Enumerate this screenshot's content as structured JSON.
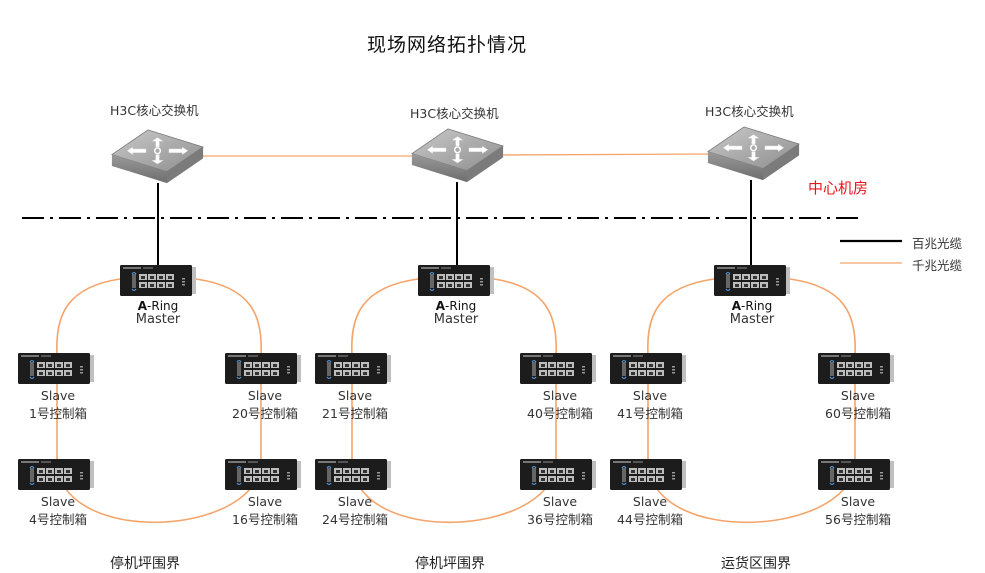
{
  "title": "现场网络拓扑情况",
  "zone_label": "中心机房",
  "colors": {
    "hundred_mbps_cable": "#000000",
    "gigabit_cable": "#f4a46a",
    "zone_label": "#e8141a",
    "separator": "#000000"
  },
  "legend": [
    {
      "label": "百兆光缆",
      "style": "hundred_mbps_cable"
    },
    {
      "label": "千兆光缆",
      "style": "gigabit_cable"
    }
  ],
  "core_switches": [
    {
      "label": "H3C核心交换机"
    },
    {
      "label": "H3C核心交换机"
    },
    {
      "label": "H3C核心交换机"
    }
  ],
  "rings": [
    {
      "master": {
        "ring_prefix": "A",
        "ring_suffix": "-Ring",
        "role": "Master"
      },
      "slaves": [
        {
          "role": "Slave",
          "name": "1号控制箱"
        },
        {
          "role": "Slave",
          "name": "20号控制箱"
        },
        {
          "role": "Slave",
          "name": "4号控制箱"
        },
        {
          "role": "Slave",
          "name": "16号控制箱"
        }
      ],
      "boundary": "停机坪围界"
    },
    {
      "master": {
        "ring_prefix": "A",
        "ring_suffix": "-Ring",
        "role": "Master"
      },
      "slaves": [
        {
          "role": "Slave",
          "name": "21号控制箱"
        },
        {
          "role": "Slave",
          "name": "40号控制箱"
        },
        {
          "role": "Slave",
          "name": "24号控制箱"
        },
        {
          "role": "Slave",
          "name": "36号控制箱"
        }
      ],
      "boundary": "停机坪围界"
    },
    {
      "master": {
        "ring_prefix": "A",
        "ring_suffix": "-Ring",
        "role": "Master"
      },
      "slaves": [
        {
          "role": "Slave",
          "name": "41号控制箱"
        },
        {
          "role": "Slave",
          "name": "60号控制箱"
        },
        {
          "role": "Slave",
          "name": "44号控制箱"
        },
        {
          "role": "Slave",
          "name": "56号控制箱"
        }
      ],
      "boundary": "运货区围界"
    }
  ]
}
